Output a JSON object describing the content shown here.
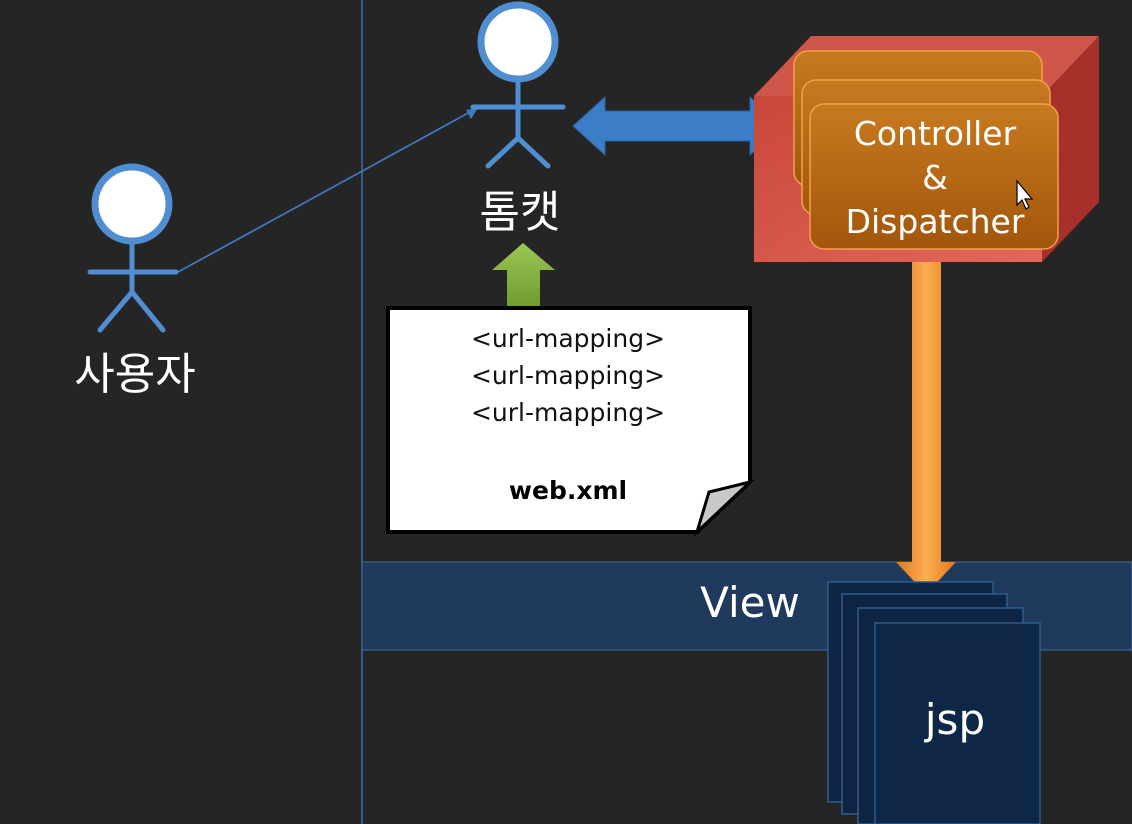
{
  "actors": {
    "user": {
      "label": "사용자"
    },
    "server": {
      "label": "톰캣"
    }
  },
  "controller": {
    "line1": "Controller",
    "line2": "&",
    "line3": "Dispatcher"
  },
  "config_document": {
    "lines": [
      "<url-mapping>",
      "<url-mapping>",
      "<url-mapping>"
    ],
    "filename": "web.xml"
  },
  "view_layer": {
    "label": "View"
  },
  "view_pages": {
    "label": "jsp"
  },
  "colors": {
    "background": "#252526",
    "actor_blue": "#4f8ed1",
    "arrow_blue": "#3c7dc8",
    "controller_red": "#c0392b",
    "controller_orange": "#b5630f",
    "arrow_orange": "#f08a24",
    "arrow_green": "#8db444",
    "view_band": "#1f3a5c",
    "jsp_page": "#0e2747"
  }
}
